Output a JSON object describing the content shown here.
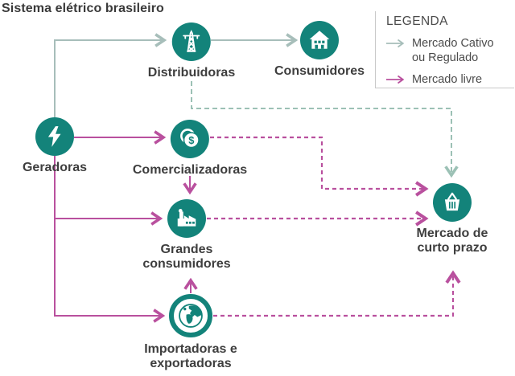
{
  "title": "Sistema elétrico brasileiro",
  "legend": {
    "title": "LEGENDA",
    "items": [
      {
        "label": "Mercado Cativo ou Regulado",
        "style": "solid-or-dashed",
        "color": "#A7BEBA"
      },
      {
        "label": "Mercado livre",
        "style": "solid-or-dashed",
        "color": "#B9509E"
      }
    ]
  },
  "nodes": {
    "geradoras": {
      "label": "Geradoras",
      "icon": "lightning-icon"
    },
    "distribuidoras": {
      "label": "Distribuidoras",
      "icon": "transmission-tower-icon"
    },
    "consumidores": {
      "label": "Consumidores",
      "icon": "house-icon"
    },
    "comercializadoras": {
      "label": "Comercializadoras",
      "icon": "coins-icon"
    },
    "grandes_consumidores": {
      "label": "Grandes consumidores",
      "icon": "factory-icon"
    },
    "mercado_curto_prazo": {
      "label": "Mercado de curto prazo",
      "icon": "basket-icon"
    },
    "importadoras": {
      "label": "Importadoras e exportadoras",
      "icon": "globe-icon"
    }
  },
  "edges": [
    {
      "from": "geradoras",
      "to": "distribuidoras",
      "market": "cativo",
      "style": "solid"
    },
    {
      "from": "distribuidoras",
      "to": "consumidores",
      "market": "cativo",
      "style": "solid"
    },
    {
      "from": "distribuidoras",
      "to": "mercado_curto_prazo",
      "market": "cativo",
      "style": "dashed"
    },
    {
      "from": "geradoras",
      "to": "comercializadoras",
      "market": "livre",
      "style": "solid"
    },
    {
      "from": "geradoras",
      "to": "grandes_consumidores",
      "market": "livre",
      "style": "solid"
    },
    {
      "from": "geradoras",
      "to": "importadoras",
      "market": "livre",
      "style": "solid"
    },
    {
      "from": "comercializadoras",
      "to": "grandes_consumidores",
      "market": "livre",
      "style": "solid"
    },
    {
      "from": "importadoras",
      "to": "grandes_consumidores",
      "market": "livre",
      "style": "solid"
    },
    {
      "from": "comercializadoras",
      "to": "mercado_curto_prazo",
      "market": "livre",
      "style": "dashed"
    },
    {
      "from": "grandes_consumidores",
      "to": "mercado_curto_prazo",
      "market": "livre",
      "style": "dashed"
    },
    {
      "from": "importadoras",
      "to": "mercado_curto_prazo",
      "market": "livre",
      "style": "dashed"
    }
  ],
  "colors": {
    "node_teal": "#13837A",
    "market_cativo_line": "#A7BEBA",
    "market_cativo_dash": "#9CC1B5",
    "market_livre_line": "#B9509E",
    "label_text": "#3E3E3E",
    "legend_text": "#4B4B4B",
    "legend_border": "#C9C9C9",
    "background": "#FFFFFF"
  }
}
